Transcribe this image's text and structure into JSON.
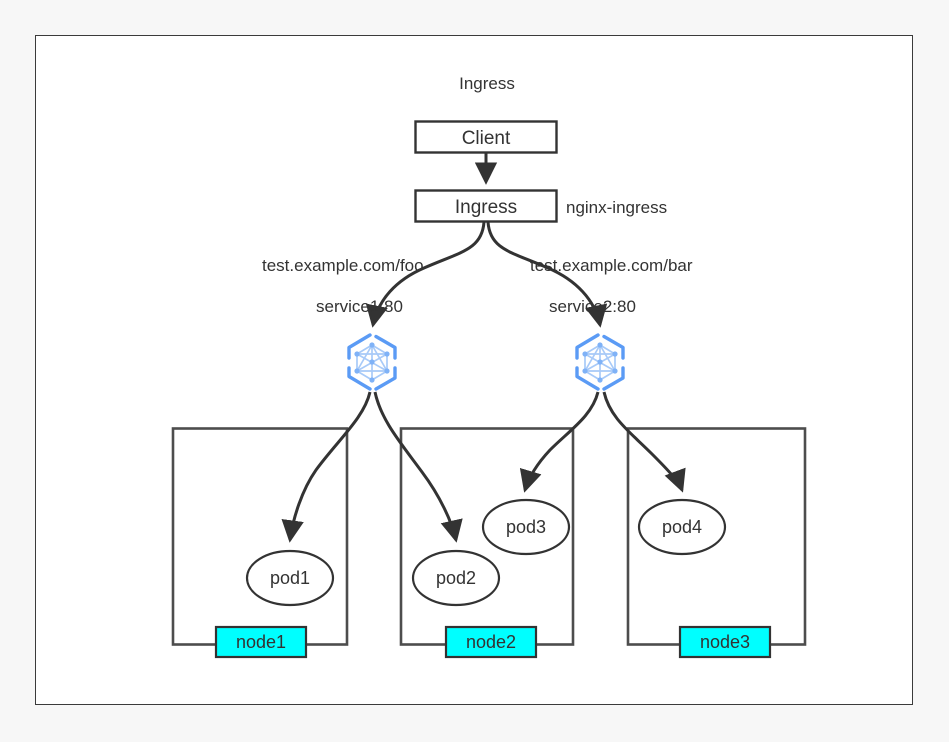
{
  "diagram": {
    "title": "Ingress",
    "type": "kubernetes-ingress-topology",
    "colors": {
      "page_background": "#f7f7f7",
      "panel_background": "#ffffff",
      "stroke": "#333333",
      "node_label_fill": "#00ffff",
      "service_icon": "#5b9bf5",
      "text": "#333333"
    },
    "nodes": {
      "client": {
        "label": "Client"
      },
      "ingress": {
        "label": "Ingress"
      },
      "ingress_side_note": "nginx-ingress",
      "service1": {
        "icon": "kubernetes-service-icon",
        "label": "service1:80"
      },
      "service2": {
        "icon": "kubernetes-service-icon",
        "label": "service2:80"
      },
      "node1": {
        "label": "node1"
      },
      "node2": {
        "label": "node2"
      },
      "node3": {
        "label": "node3"
      },
      "pod1": {
        "label": "pod1"
      },
      "pod2": {
        "label": "pod2"
      },
      "pod3": {
        "label": "pod3"
      },
      "pod4": {
        "label": "pod4"
      }
    },
    "edges": [
      {
        "from": "client",
        "to": "ingress",
        "label": ""
      },
      {
        "from": "ingress",
        "to": "service1",
        "label": "test.example.com/foo"
      },
      {
        "from": "ingress",
        "to": "service2",
        "label": "test.example.com/bar"
      },
      {
        "from": "service1",
        "to": "pod1",
        "label": ""
      },
      {
        "from": "service1",
        "to": "pod2",
        "label": ""
      },
      {
        "from": "service2",
        "to": "pod3",
        "label": ""
      },
      {
        "from": "service2",
        "to": "pod4",
        "label": ""
      }
    ],
    "path_labels": {
      "foo": "test.example.com/foo",
      "bar": "test.example.com/bar"
    },
    "service_labels": {
      "svc1": "service1:80",
      "svc2": "service2:80"
    },
    "node_membership": {
      "node1": [
        "pod1"
      ],
      "node2": [
        "pod2",
        "pod3"
      ],
      "node3": [
        "pod4"
      ]
    }
  }
}
